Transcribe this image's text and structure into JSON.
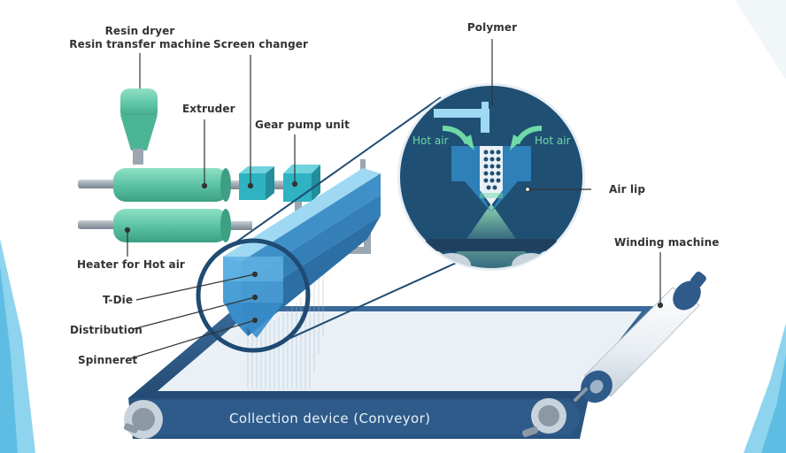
{
  "labels": {
    "resin_dryer": "Resin dryer",
    "resin_transfer": "Resin transfer machine",
    "screen_changer": "Screen changer",
    "extruder": "Extruder",
    "gear_pump": "Gear pump unit",
    "heater": "Heater for Hot air",
    "t_die": "T-Die",
    "distribution": "Distribution",
    "spinneret": "Spinneret",
    "polymer": "Polymer",
    "hot_air_left": "Hot air",
    "hot_air_right": "Hot air",
    "air_lip": "Air lip",
    "winding_machine": "Winding machine",
    "conveyor": "Collection device (Conveyor)"
  },
  "colors": {
    "accent_light_blue": "#7fd3ef",
    "conveyor_belt": "#2f5b8a",
    "die_blue": "#3f8fc8",
    "extruder_green": "#5cc4a4",
    "inset_bg": "#1f4f73",
    "hot_air_text": "#6fd9a8"
  }
}
